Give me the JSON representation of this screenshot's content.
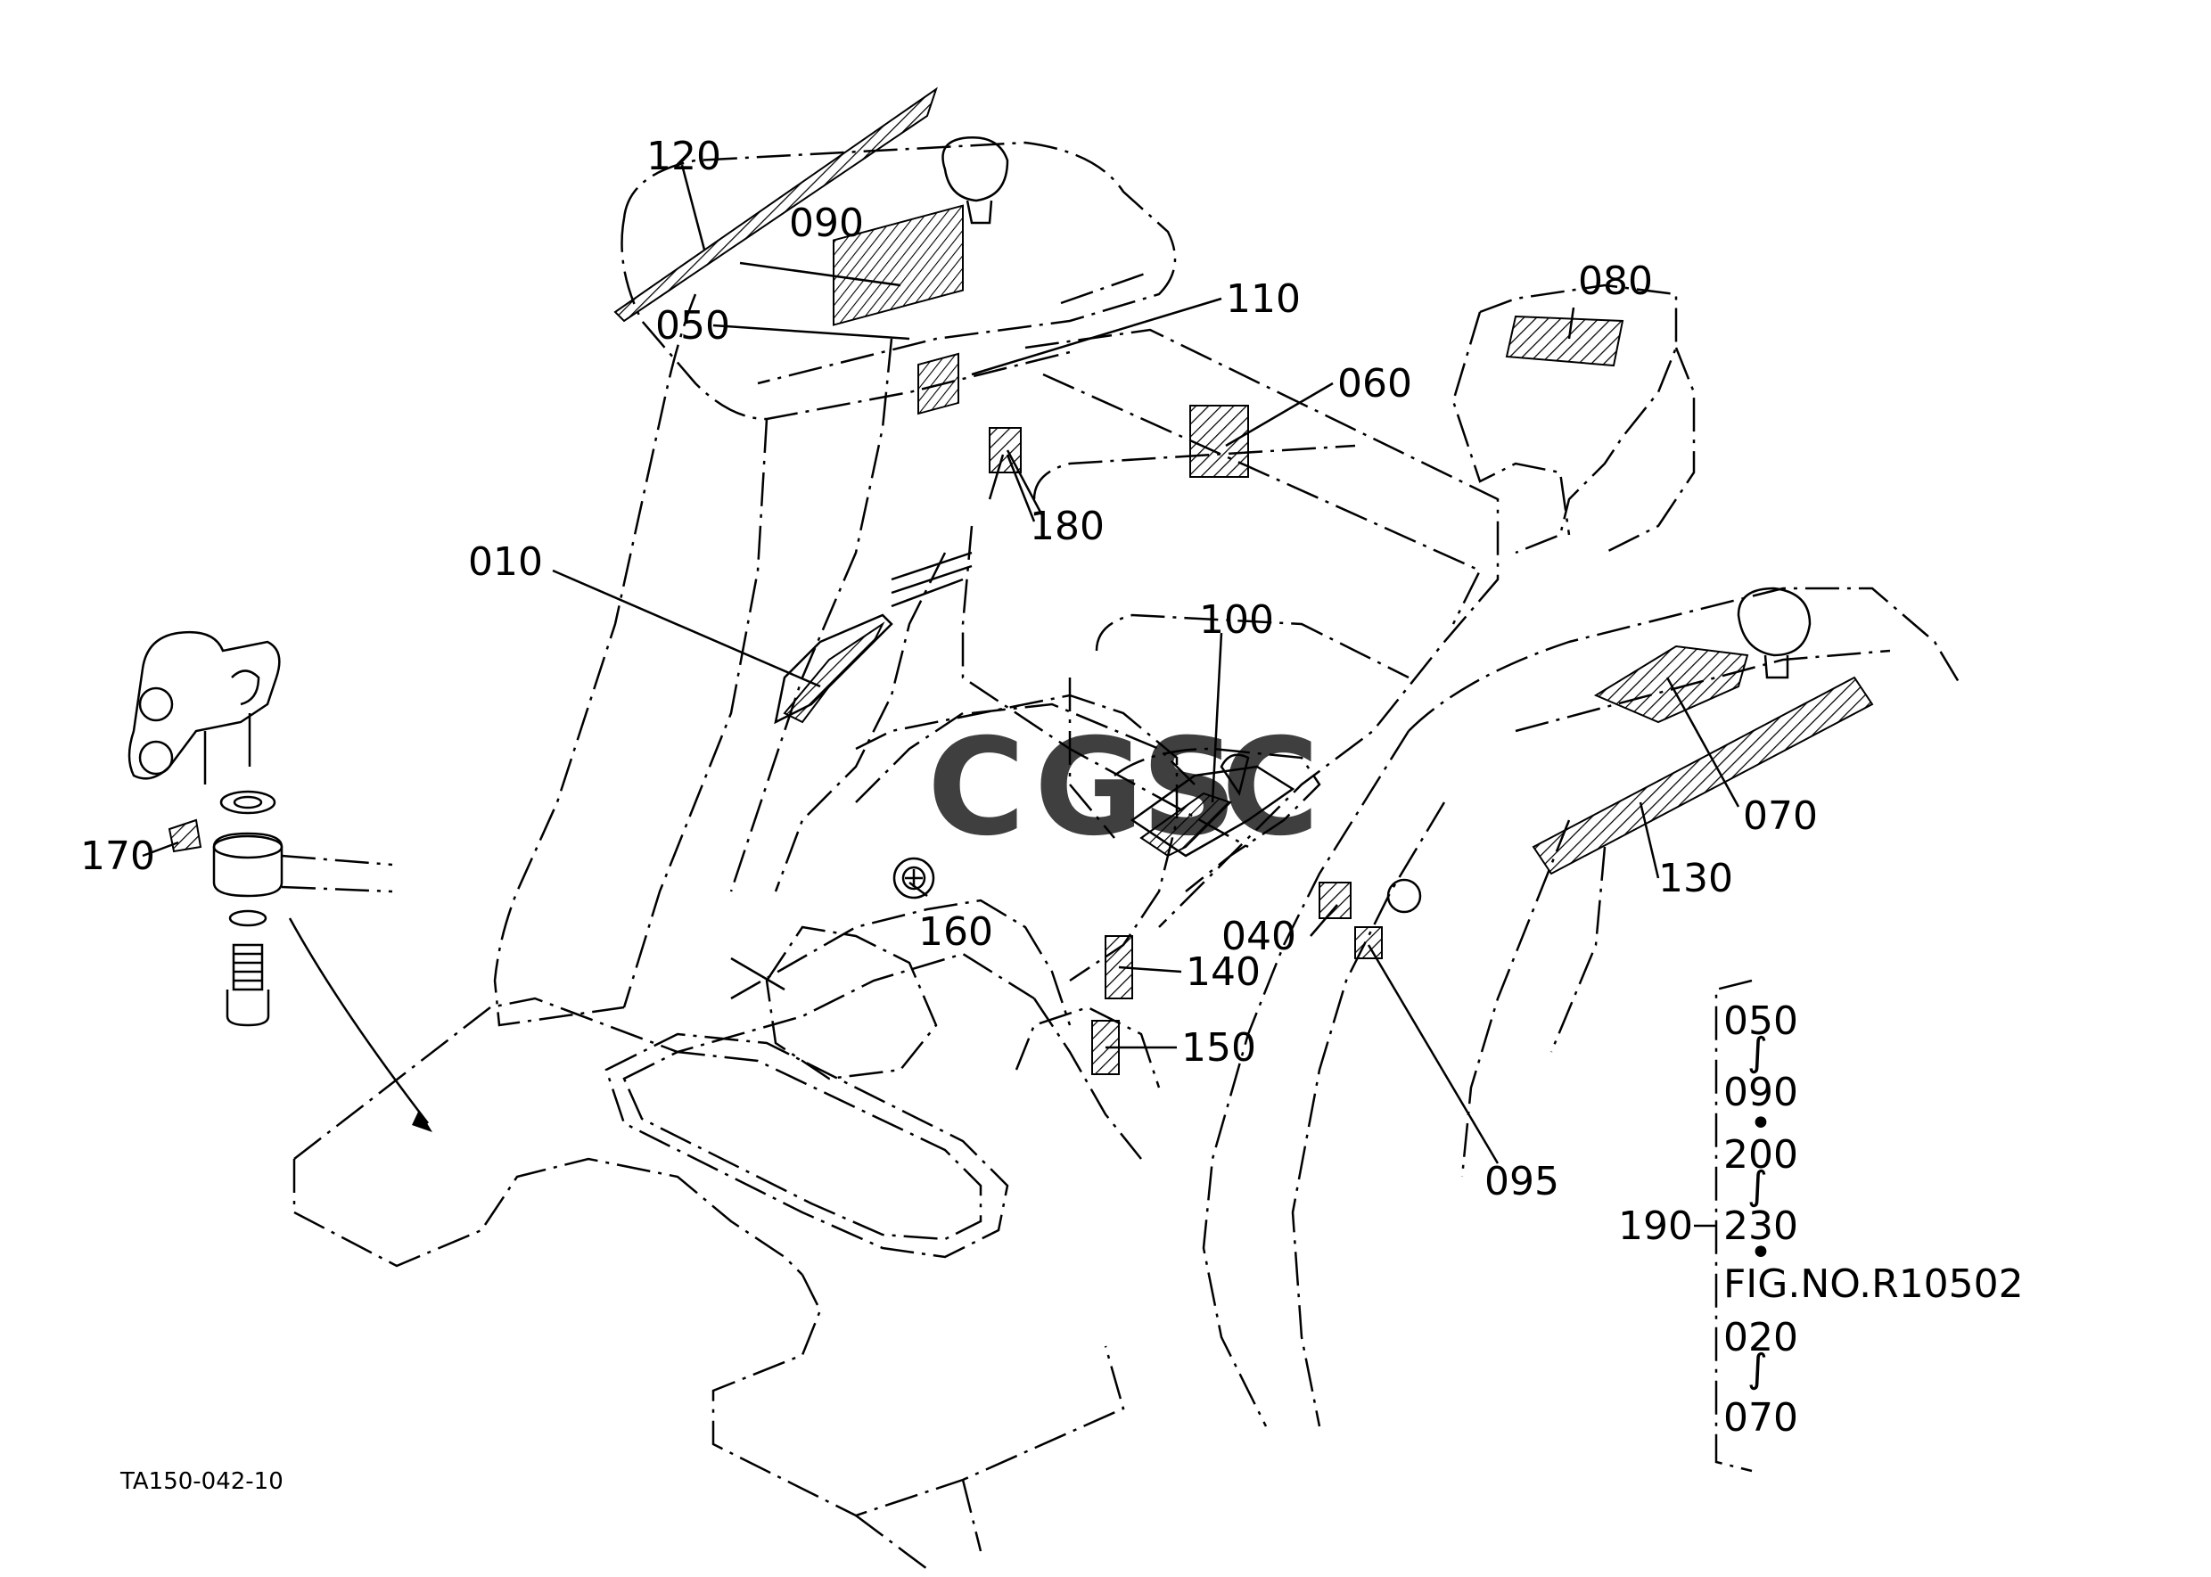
{
  "figure_code": "TA150-042-10",
  "callouts": {
    "p010": "010",
    "p040": "040",
    "p050": "050",
    "p060": "060",
    "p070": "070",
    "p080": "080",
    "p090": "090",
    "p095": "095",
    "p100": "100",
    "p110": "110",
    "p120": "120",
    "p130": "130",
    "p140": "140",
    "p150": "150",
    "p160": "160",
    "p170": "170",
    "p180": "180"
  },
  "reference_box": {
    "main_label": "190",
    "lines": [
      "050",
      "∫",
      "090",
      "•",
      "200",
      "∫",
      "230",
      "•",
      "FIG.NO.R10502",
      "020",
      "∫",
      "070"
    ]
  },
  "watermark": {
    "letters": [
      "C",
      "G",
      "S",
      "C"
    ],
    "colors": [
      "#5b8def",
      "#ef6b5b",
      "#f4c430",
      "#3aa867"
    ]
  }
}
